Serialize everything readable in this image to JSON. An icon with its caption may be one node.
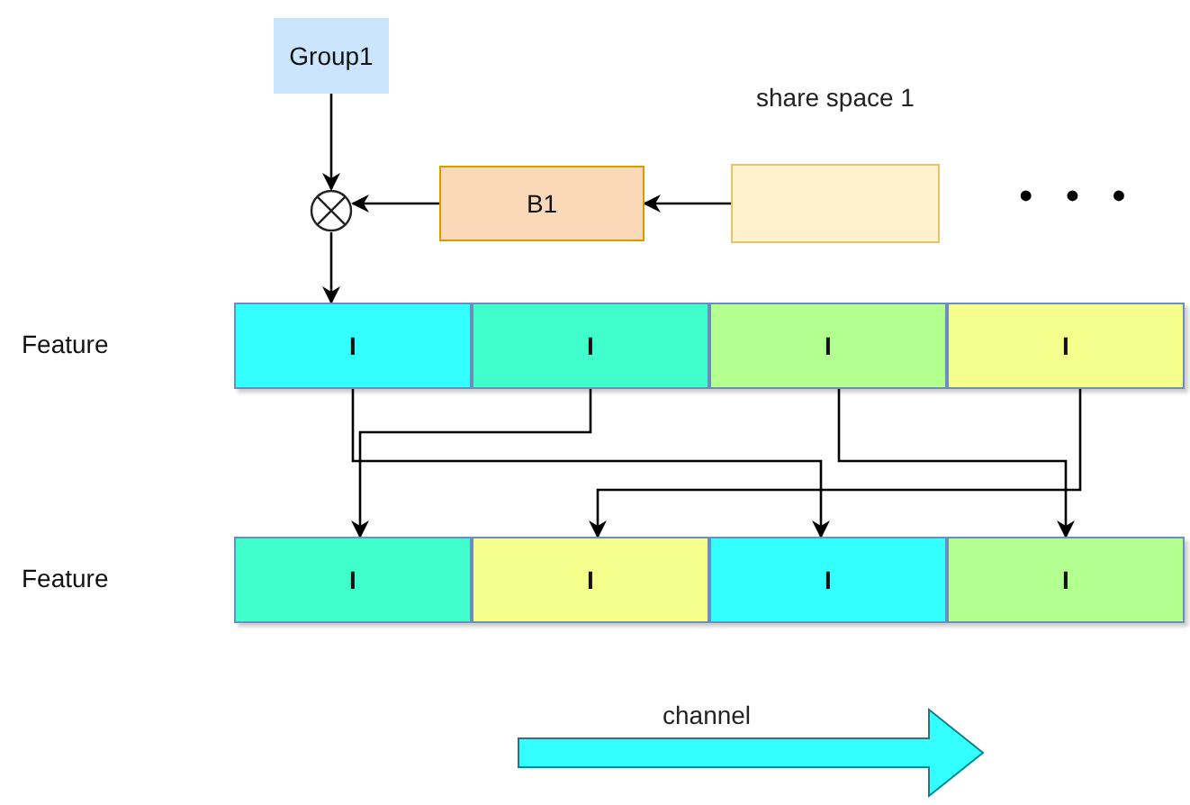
{
  "diagram": {
    "nodes": [
      {
        "text": [
          "Group1"
        ]
      },
      {
        "text": [],
        "shape": "circle"
      },
      {
        "text": [
          "B1"
        ]
      },
      {
        "text": [
          "share space 1"
        ]
      },
      {
        "text": [
          "Feature"
        ]
      },
      {
        "text": [
          "I"
        ],
        "in": 4
      },
      {
        "text": [
          "I"
        ],
        "in": 4
      },
      {
        "text": [
          "I"
        ],
        "in": 4
      },
      {
        "text": [
          "I"
        ],
        "in": 4
      },
      {
        "text": [
          "Feature"
        ]
      },
      {
        "text": [
          "I"
        ],
        "in": 9
      },
      {
        "text": [
          "I"
        ],
        "in": 9
      },
      {
        "text": [
          "I"
        ],
        "in": 9
      },
      {
        "text": [
          "I"
        ],
        "in": 9
      }
    ],
    "edges": [
      {
        "from": 0,
        "to": 1,
        "arrow": "to"
      },
      {
        "from": 2,
        "to": 1,
        "arrow": "to"
      },
      {
        "from": 3,
        "to": 2,
        "arrow": "to"
      },
      {
        "from": 1,
        "to": 4,
        "arrow": "to"
      },
      {
        "from": 5,
        "to": 12,
        "arrow": "to"
      },
      {
        "from": 6,
        "to": 10,
        "arrow": "to"
      },
      {
        "from": 7,
        "to": 13,
        "arrow": "to"
      },
      {
        "from": 8,
        "to": 11,
        "arrow": "to"
      }
    ],
    "labels": [
      "• • •",
      "channel"
    ]
  }
}
